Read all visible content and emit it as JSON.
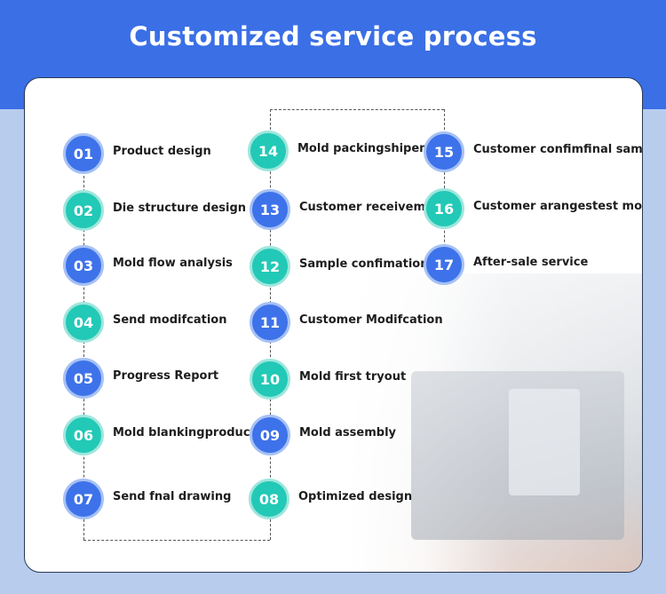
{
  "title": "Customized service process",
  "colors": {
    "header": "#3a6fe6",
    "background": "#b8cdee",
    "blue_step": "#3d72ea",
    "teal_step": "#22c9b6"
  },
  "steps": [
    {
      "num": "01",
      "label": "Product  design"
    },
    {
      "num": "02",
      "label": "Die structure design"
    },
    {
      "num": "03",
      "label": "Mold flow analysis"
    },
    {
      "num": "04",
      "label": "Send modifcation"
    },
    {
      "num": "05",
      "label": "Progress Report"
    },
    {
      "num": "06",
      "label": "Mold blankingproduction"
    },
    {
      "num": "07",
      "label": "Send fnal drawing"
    },
    {
      "num": "08",
      "label": "Optimized design"
    },
    {
      "num": "09",
      "label": "Mold assembly"
    },
    {
      "num": "10",
      "label": "Mold first tryout"
    },
    {
      "num": "11",
      "label": "Customer Modifcation"
    },
    {
      "num": "12",
      "label": "Sample confimation"
    },
    {
      "num": "13",
      "label": "Customer receivemold"
    },
    {
      "num": "14",
      "label": "Mold packingshipement"
    },
    {
      "num": "15",
      "label": "Customer confimfinal sample"
    },
    {
      "num": "16",
      "label": "Customer arangestest mold"
    },
    {
      "num": "17",
      "label": "After-sale service"
    }
  ]
}
